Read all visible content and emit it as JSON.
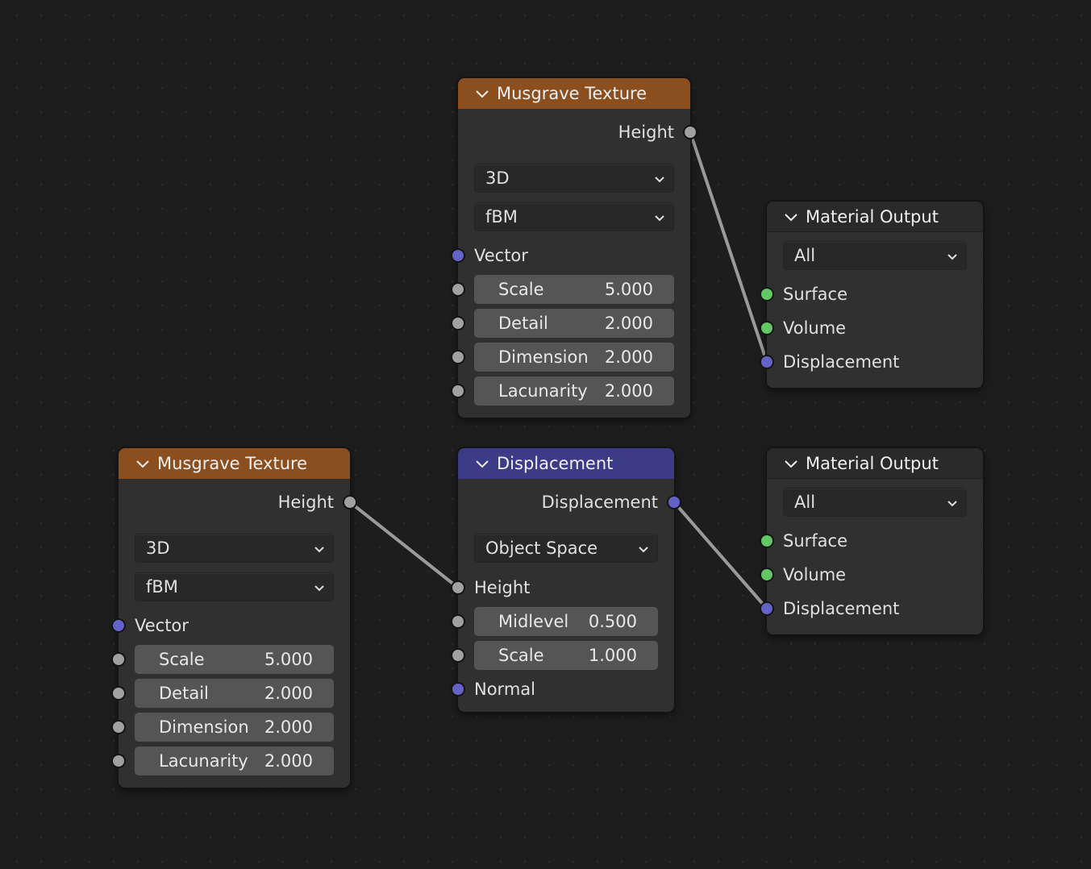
{
  "nodes": {
    "musgrave_top": {
      "title": "Musgrave Texture",
      "output": "Height",
      "dimensions": "3D",
      "type": "fBM",
      "vector": "Vector",
      "fields": [
        {
          "label": "Scale",
          "value": "5.000"
        },
        {
          "label": "Detail",
          "value": "2.000"
        },
        {
          "label": "Dimension",
          "value": "2.000"
        },
        {
          "label": "Lacunarity",
          "value": "2.000"
        }
      ]
    },
    "material_output_top": {
      "title": "Material Output",
      "target": "All",
      "inputs": [
        "Surface",
        "Volume",
        "Displacement"
      ]
    },
    "musgrave_bottom": {
      "title": "Musgrave Texture",
      "output": "Height",
      "dimensions": "3D",
      "type": "fBM",
      "vector": "Vector",
      "fields": [
        {
          "label": "Scale",
          "value": "5.000"
        },
        {
          "label": "Detail",
          "value": "2.000"
        },
        {
          "label": "Dimension",
          "value": "2.000"
        },
        {
          "label": "Lacunarity",
          "value": "2.000"
        }
      ]
    },
    "displacement": {
      "title": "Displacement",
      "output": "Displacement",
      "space": "Object Space",
      "height": "Height",
      "fields": [
        {
          "label": "Midlevel",
          "value": "0.500"
        },
        {
          "label": "Scale",
          "value": "1.000"
        }
      ],
      "normal": "Normal"
    },
    "material_output_bottom": {
      "title": "Material Output",
      "target": "All",
      "inputs": [
        "Surface",
        "Volume",
        "Displacement"
      ]
    }
  },
  "colors": {
    "texture_header": "#8a4e1f",
    "vector_header": "#3b3b86",
    "socket_float": "#a1a1a1",
    "socket_vector": "#6363c7",
    "socket_shader": "#63c763",
    "link": "#9a9a9a"
  },
  "icons": {
    "collapse": "chevron-down-icon",
    "dropdown": "dropdown-arrow-icon"
  }
}
